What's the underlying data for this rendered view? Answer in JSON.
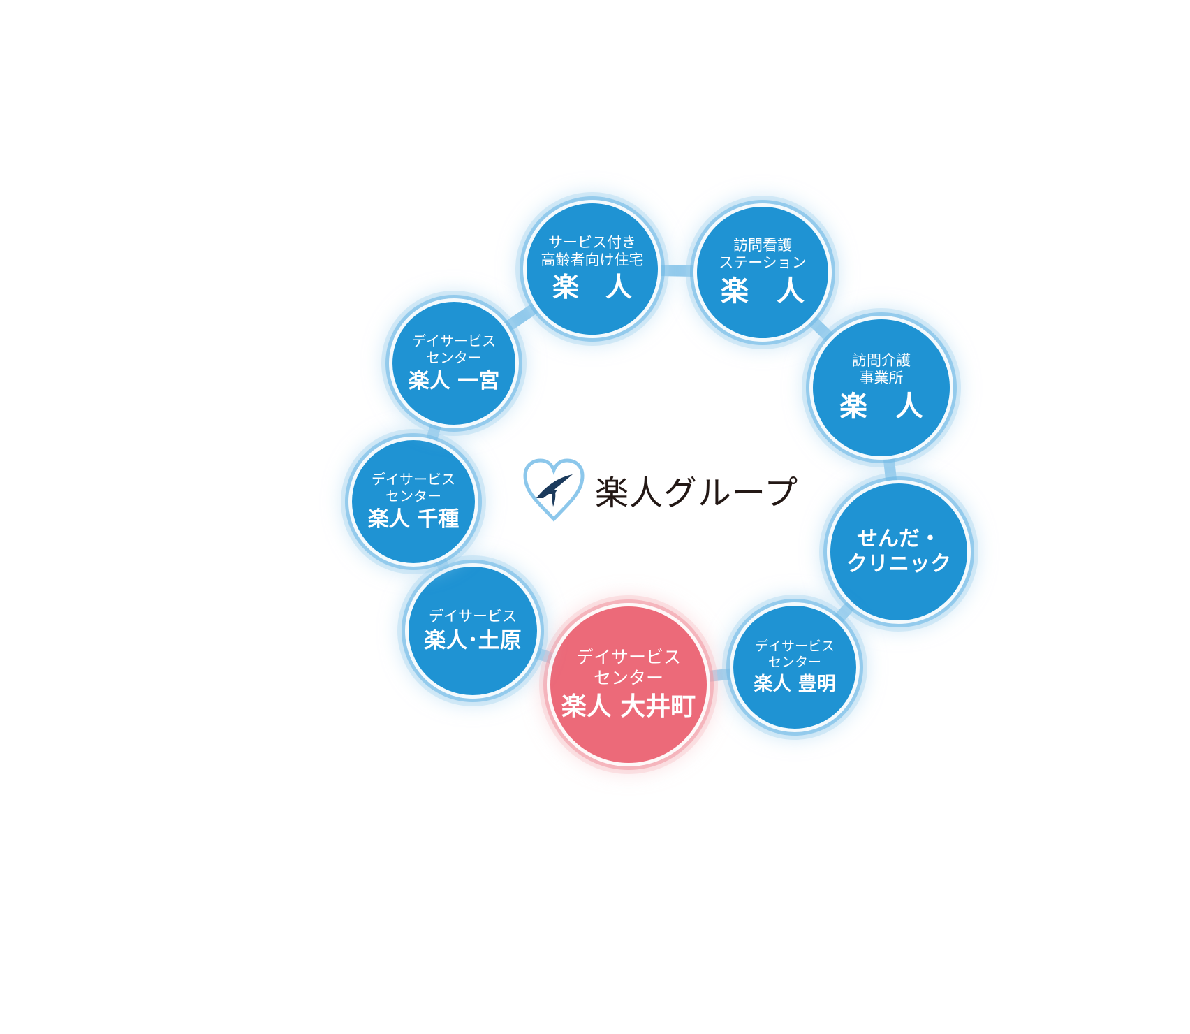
{
  "center": {
    "title": "楽人グループ",
    "logo_icon": "heart-bird-icon"
  },
  "colors": {
    "blue": "#1f93d3",
    "pink": "#ec6a79",
    "link": "#8cc7eb",
    "text_dark": "#231815"
  },
  "nodes": [
    {
      "key": "service-housing",
      "l1": "サービス付き",
      "l2": "高齢者向け住宅",
      "big": "楽　人",
      "color": "blue"
    },
    {
      "key": "visiting-nurse",
      "l1": "訪問看護",
      "l2": "ステーション",
      "big": "楽　人",
      "color": "blue"
    },
    {
      "key": "home-care",
      "l1": "訪問介護",
      "l2": "事業所",
      "big": "楽　人",
      "color": "blue"
    },
    {
      "key": "senda-clinic",
      "l1": "",
      "l2": "",
      "big": "せんだ・\nクリニック",
      "color": "blue"
    },
    {
      "key": "toyoake",
      "l1": "デイサービス",
      "l2": "センター",
      "big": "楽人 豊明",
      "color": "blue"
    },
    {
      "key": "oimachi",
      "l1": "デイサービス",
      "l2": "センター",
      "big": "楽人 大井町",
      "color": "pink"
    },
    {
      "key": "tsuchihara",
      "l1": "デイサービス",
      "l2": "",
      "big": "楽人･土原",
      "color": "blue"
    },
    {
      "key": "chikusa",
      "l1": "デイサービス",
      "l2": "センター",
      "big": "楽人 千種",
      "color": "blue"
    },
    {
      "key": "ichinomiya",
      "l1": "デイサービス",
      "l2": "センター",
      "big": "楽人 一宮",
      "color": "blue"
    }
  ]
}
